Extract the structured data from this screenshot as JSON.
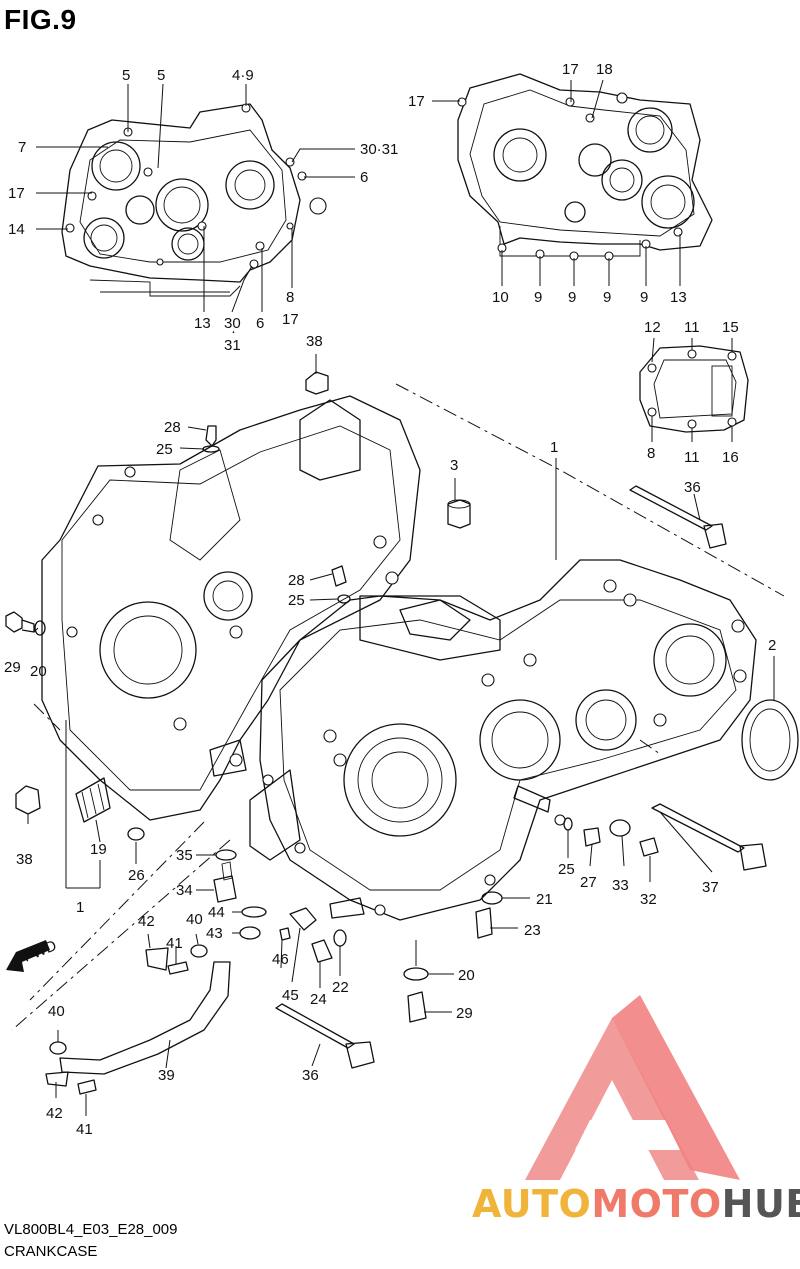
{
  "figure_title": "FIG.9",
  "footer": {
    "code": "VL800BL4_E03_E28_009",
    "name": "CRANKCASE"
  },
  "watermark": {
    "part1": "AUTO",
    "part2": "MOTO",
    "part3": "HUB",
    "colors": {
      "triangle": "#ef6b6b",
      "auto": "#f0b43a",
      "moto": "#ef7a6a",
      "hub": "#555555"
    }
  },
  "callouts": {
    "c5a": "5",
    "c5b": "5",
    "c4_9": "4·9",
    "c7": "7",
    "c17_l": "17",
    "c14": "14",
    "c30_31_top": "30·31",
    "c6_r": "6",
    "c8": "8",
    "c17_b": "17",
    "c13_l": "13",
    "c30": "30",
    "c31": "31",
    "c6_b": "6",
    "c17_rt": "17",
    "c17_rt2": "17",
    "c18": "18",
    "c10": "10",
    "c9a": "9",
    "c9b": "9",
    "c9c": "9",
    "c9d": "9",
    "c13_r": "13",
    "c12": "12",
    "c11a": "11",
    "c15": "15",
    "c8b": "8",
    "c11b": "11",
    "c16": "16",
    "c38_top": "38",
    "c28_top": "28",
    "c25_top": "25",
    "c3": "3",
    "c1_top": "1",
    "c36_top": "36",
    "c2": "2",
    "c28_mid": "28",
    "c25_mid": "25",
    "c29_l": "29",
    "c20_l": "20",
    "c38_l": "38",
    "c19": "19",
    "c26": "26",
    "c1_bot": "1",
    "c35": "35",
    "c34": "34",
    "c44": "44",
    "c43": "43",
    "c42_top": "42",
    "c41_top": "41",
    "c40_top": "40",
    "c46": "46",
    "c45": "45",
    "c24": "24",
    "c22": "22",
    "c25_r": "25",
    "c27": "27",
    "c33": "33",
    "c32": "32",
    "c37": "37",
    "c21": "21",
    "c23": "23",
    "c20_r": "20",
    "c29_r": "29",
    "c40_bot": "40",
    "c39": "39",
    "c36_bot": "36",
    "c42_bot": "42",
    "c41_bot": "41",
    "fwd": "FWD"
  }
}
